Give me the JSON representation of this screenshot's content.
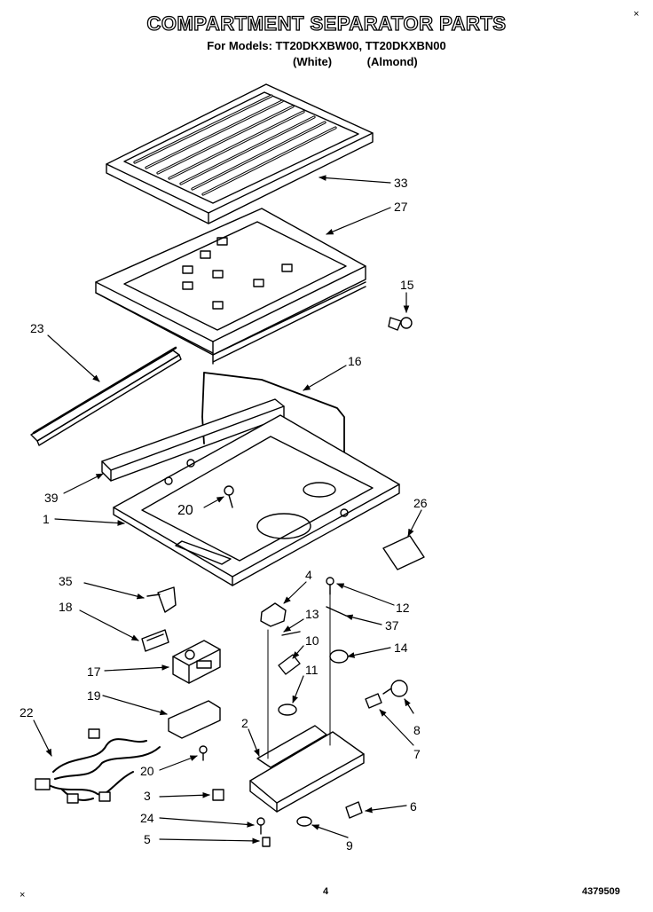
{
  "header": {
    "title": "COMPARTMENT SEPARATOR PARTS",
    "models_line": "For Models: TT20DKXBW00, TT20DKXBN00",
    "color_white": "(White)",
    "color_almond": "(Almond)"
  },
  "corner_marks": {
    "top_right": "×",
    "bottom_left": "×"
  },
  "footer": {
    "page_number": "4",
    "doc_number": "4379509"
  },
  "callouts": {
    "c33": "33",
    "c27": "27",
    "c15": "15",
    "c23": "23",
    "c16": "16",
    "c39": "39",
    "c20a": "20",
    "c1": "1",
    "c26": "26",
    "c35": "35",
    "c4": "4",
    "c12": "12",
    "c18": "18",
    "c13": "13",
    "c37": "37",
    "c10": "10",
    "c14": "14",
    "c17": "17",
    "c11": "11",
    "c19": "19",
    "c22": "22",
    "c8": "8",
    "c2": "2",
    "c7": "7",
    "c20b": "20",
    "c3": "3",
    "c6": "6",
    "c24": "24",
    "c5": "5",
    "c9": "9"
  }
}
